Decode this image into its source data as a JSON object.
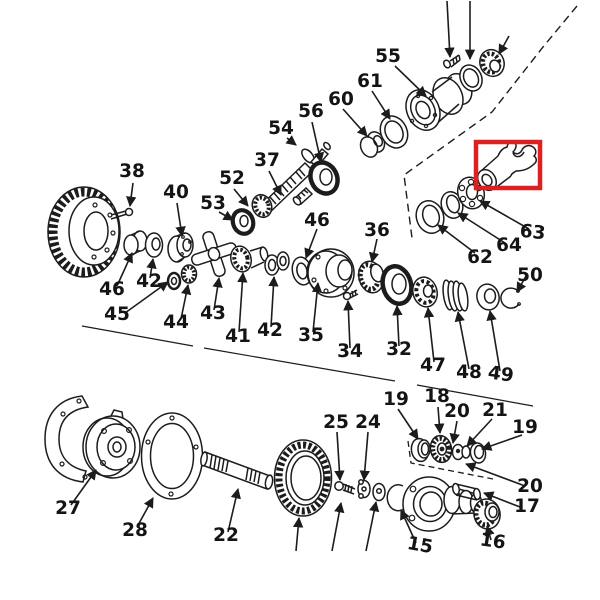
{
  "diagram": {
    "kind": "exploded-parts-diagram",
    "background": "#ffffff",
    "line_color": "#1c1c1c",
    "highlight_color": "#dd2020",
    "highlight": {
      "shape": "rectangle",
      "purpose": "target-part-highlight"
    }
  },
  "callouts": [
    {
      "part": "38"
    },
    {
      "part": "40"
    },
    {
      "part": "54"
    },
    {
      "part": "37"
    },
    {
      "part": "52"
    },
    {
      "part": "53"
    },
    {
      "part": "55"
    },
    {
      "part": "61"
    },
    {
      "part": "60"
    },
    {
      "part": "56"
    },
    {
      "part": "46"
    },
    {
      "part": "42"
    },
    {
      "part": "45"
    },
    {
      "part": "44"
    },
    {
      "part": "43"
    },
    {
      "part": "41"
    },
    {
      "part": "42"
    },
    {
      "part": "46"
    },
    {
      "part": "36"
    },
    {
      "part": "35"
    },
    {
      "part": "34"
    },
    {
      "part": "32"
    },
    {
      "part": "47"
    },
    {
      "part": "48"
    },
    {
      "part": "49"
    },
    {
      "part": "62"
    },
    {
      "part": "64"
    },
    {
      "part": "63"
    },
    {
      "part": "50"
    },
    {
      "part": "27"
    },
    {
      "part": "28"
    },
    {
      "part": "22"
    },
    {
      "part": "25"
    },
    {
      "part": "24"
    },
    {
      "part": "19"
    },
    {
      "part": "18"
    },
    {
      "part": "20"
    },
    {
      "part": "21"
    },
    {
      "part": "19"
    },
    {
      "part": "20"
    },
    {
      "part": "17"
    },
    {
      "part": "15"
    },
    {
      "part": "16"
    }
  ]
}
